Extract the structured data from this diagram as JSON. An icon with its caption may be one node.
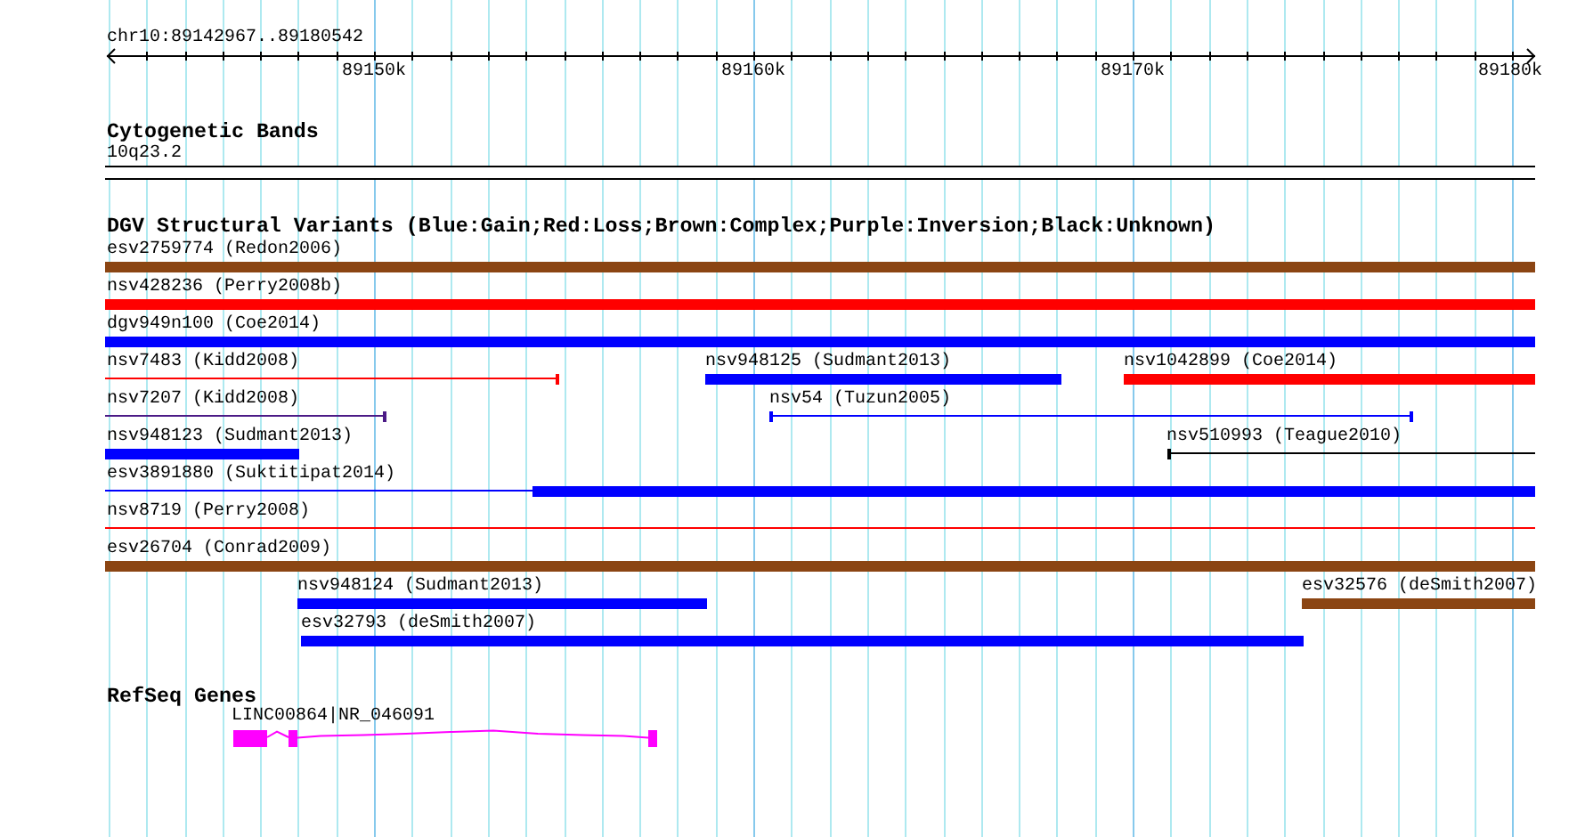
{
  "diagram": {
    "nodes": [
      {
        "text": [],
        "shape": "band",
        "beside": [
          "10q23.2"
        ]
      },
      {
        "text": [],
        "shape": "bar",
        "beside": [
          "esv2759774 (Redon2006)"
        ]
      },
      {
        "text": [],
        "shape": "bar",
        "beside": [
          "nsv428236 (Perry2008b)"
        ]
      },
      {
        "text": [],
        "shape": "bar",
        "beside": [
          "dgv949n100 (Coe2014)"
        ]
      },
      {
        "text": [],
        "shape": "bar",
        "beside": [
          "nsv7483 (Kidd2008)"
        ]
      },
      {
        "text": [],
        "shape": "bar",
        "beside": [
          "nsv948125 (Sudmant2013)"
        ]
      },
      {
        "text": [],
        "shape": "bar",
        "beside": [
          "nsv1042899 (Coe2014)"
        ]
      },
      {
        "text": [],
        "shape": "bar",
        "beside": [
          "nsv7207 (Kidd2008)"
        ]
      },
      {
        "text": [],
        "shape": "bar",
        "beside": [
          "nsv54 (Tuzun2005)"
        ]
      },
      {
        "text": [],
        "shape": "bar",
        "beside": [
          "nsv948123 (Sudmant2013)"
        ]
      },
      {
        "text": [],
        "shape": "bar",
        "beside": [
          "nsv510993 (Teague2010)"
        ]
      },
      {
        "text": [],
        "shape": "bar",
        "beside": [
          "esv3891880 (Suktitipat2014)"
        ]
      },
      {
        "text": [],
        "shape": "bar",
        "beside": [
          "nsv8719 (Perry2008)"
        ]
      },
      {
        "text": [],
        "shape": "bar",
        "beside": [
          "esv26704 (Conrad2009)"
        ]
      },
      {
        "text": [],
        "shape": "bar",
        "beside": [
          "nsv948124 (Sudmant2013)"
        ]
      },
      {
        "text": [],
        "shape": "bar",
        "beside": [
          "esv32576 (deSmith2007)"
        ]
      },
      {
        "text": [],
        "shape": "bar",
        "beside": [
          "esv32793 (deSmith2007)"
        ]
      },
      {
        "text": [],
        "shape": "picture",
        "beside": [
          "LINC00864|NR_046091"
        ]
      }
    ],
    "labels": [
      "chr10:89142967..89180542",
      "89150k",
      "89160k",
      "89170k",
      "89180k",
      "Cytogenetic Bands",
      "DGV Structural Variants (Blue:Gain;Red:Loss;Brown:Complex;Purple:Inversion;Black:Unknown)",
      "RefSeq Genes"
    ]
  }
}
